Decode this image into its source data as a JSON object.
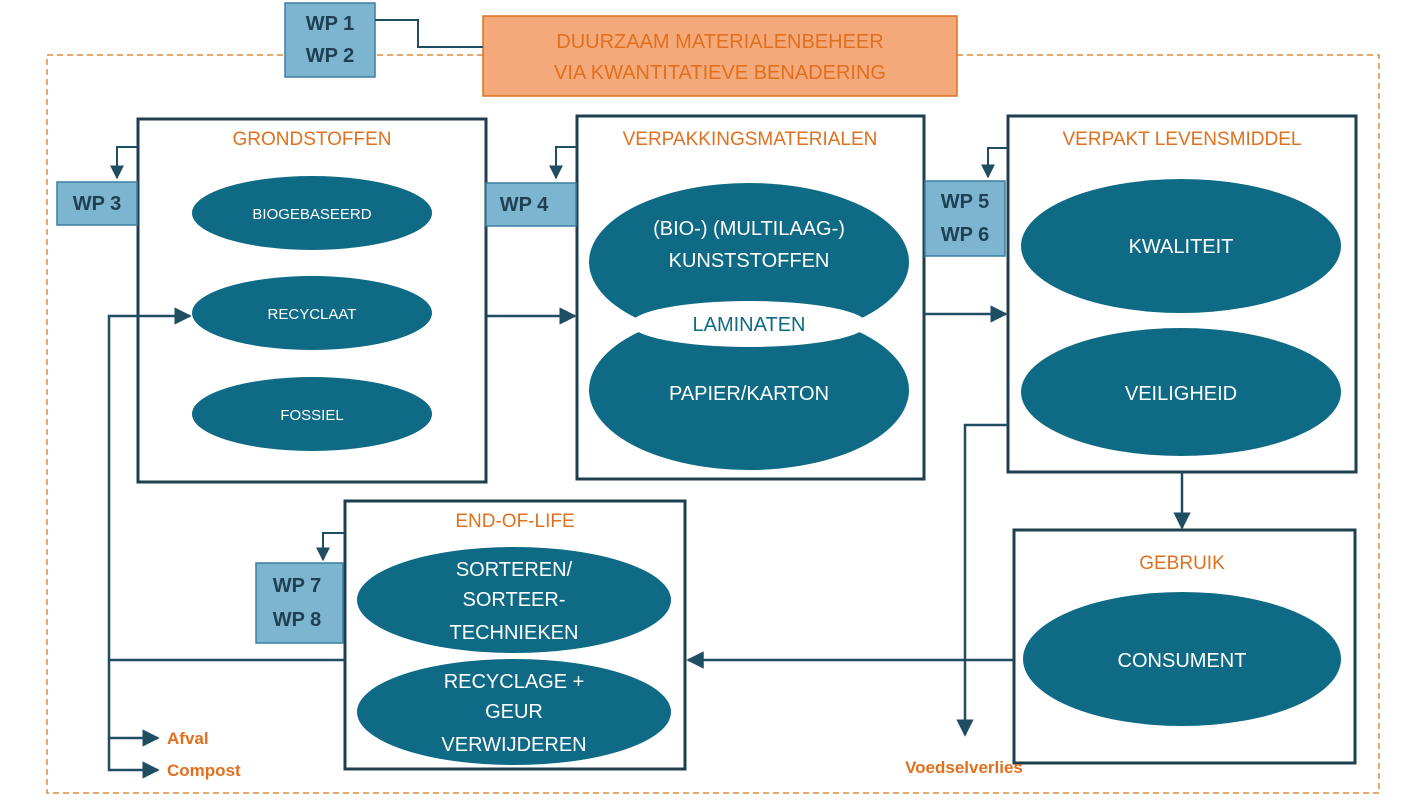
{
  "title": {
    "line1": "DUURZAAM MATERIALENBEHEER",
    "line2": "VIA KWANTITATIEVE BENADERING"
  },
  "wp": {
    "top_line1": "WP 1",
    "top_line2": "WP 2",
    "grondstoffen": "WP 3",
    "verpakking": "WP 4",
    "levensmiddel_line1": "WP 5",
    "levensmiddel_line2": "WP 6",
    "eol_line1": "WP 7",
    "eol_line2": "WP 8"
  },
  "grondstoffen": {
    "title": "GRONDSTOFFEN",
    "items": [
      "BIOGEBASEERD",
      "RECYCLAAT",
      "FOSSIEL"
    ]
  },
  "verpakkingsmaterialen": {
    "title": "VERPAKKINGSMATERIALEN",
    "kunststoffen_line1": "(BIO-) (MULTILAAG-)",
    "kunststoffen_line2": "KUNSTSTOFFEN",
    "laminaten": "LAMINATEN",
    "papier": "PAPIER/KARTON"
  },
  "verpakt_levensmiddel": {
    "title": "VERPAKT LEVENSMIDDEL",
    "items": [
      "KWALITEIT",
      "VEILIGHEID"
    ]
  },
  "gebruik": {
    "title": "GEBRUIK",
    "item": "CONSUMENT"
  },
  "end_of_life": {
    "title": "END-OF-LIFE",
    "sorteren_line1": "SORTEREN/",
    "sorteren_line2": "SORTEER-",
    "sorteren_line3": "TECHNIEKEN",
    "recyclage_line1": "RECYCLAGE +",
    "recyclage_line2": "GEUR",
    "recyclage_line3": "VERWIJDEREN"
  },
  "outputs": {
    "afval": "Afval",
    "compost": "Compost",
    "voedselverlies": "Voedselverlies"
  },
  "colors": {
    "accent_orange": "#e0701e",
    "title_fill": "#f4a97a",
    "ellipse_fill": "#0f6b85",
    "wp_fill": "#7db4cf",
    "box_stroke": "#1f3f4f"
  }
}
